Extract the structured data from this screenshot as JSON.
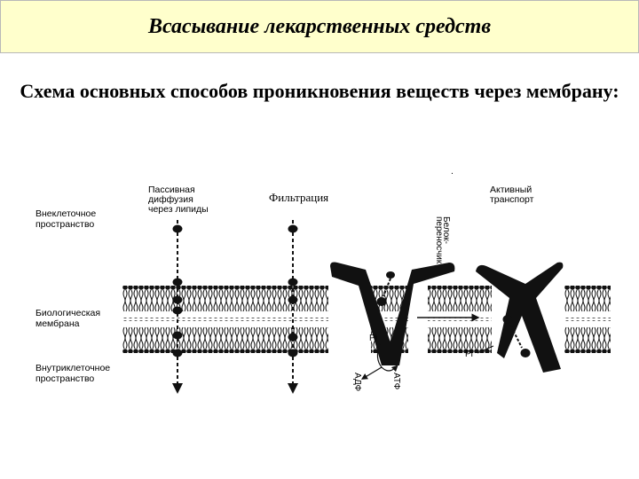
{
  "slide": {
    "title": "Всасывание лекарственных средств",
    "subtitle": "Схема основных способов проникновения веществ через мембрану:"
  },
  "diagram": {
    "left_labels": {
      "extracellular": [
        "Внеклеточное",
        "пространство"
      ],
      "membrane": [
        "Биологическая",
        "мембрана"
      ],
      "intracellular": [
        "Внутриклеточное",
        "пространство"
      ]
    },
    "passive_diffusion": [
      "Пассивная",
      "диффузия",
      "через липиды"
    ],
    "filtration": "Фильтрация",
    "active_transport": [
      "Активный",
      "транспорт"
    ],
    "carrier_protein": [
      "Белок-",
      "переносчик"
    ],
    "atp": "АТФ",
    "adp": "АДФ",
    "phosphate": "Pi",
    "colors": {
      "text": "#000000",
      "title_bg": "#ffffcc",
      "membrane": "#111111"
    }
  }
}
